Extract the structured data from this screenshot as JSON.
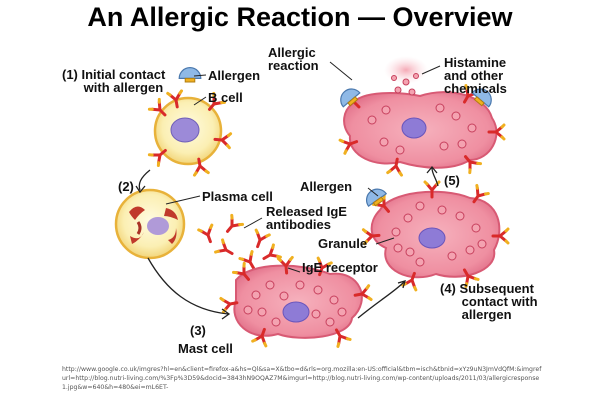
{
  "title": "An Allergic Reaction — Overview",
  "labels": {
    "step1": "(1) Initial contact\n      with allergen",
    "allergen_top": "Allergen",
    "b_cell": "B cell",
    "step2": "(2)",
    "plasma_cell": "Plasma cell",
    "released_ige": "Released IgE\nantibodies",
    "ige_receptor": "IgE receptor",
    "step3": "(3)",
    "mast_cell": "Mast cell",
    "allergic_reaction": "Allergic\nreaction",
    "histamine": "Histamine\nand other\nchemicals",
    "step5": "(5)",
    "allergen_mid": "Allergen",
    "granule": "Granule",
    "step4": "(4) Subsequent\n      contact with\n      allergen"
  },
  "source_text": "http://www.google.co.uk/imgres?hl=en&client=firefox-a&hs=Ql&sa=X&tbo=d&rls=org.mozilla:en-US:official&tbm=isch&tbnid=xYz9uN3JmVdQfM:&imgrefurl=http://blog.nutri-living.com/%3Fp%3D59&docid=3843hN9OQAZ7M&imgurl=http://blog.nutri-living.com/wp-content/uploads/2011/03/allergicresponse1.jpg&w=640&h=480&ei=mL6ET-",
  "colors": {
    "cell_membrane": "#e8b23a",
    "b_cell_fill": "#fbefb3",
    "mast_fill": "#ef8fa1",
    "mast_edge": "#d85a74",
    "nucleus": "#8e7bd6",
    "ige_red": "#d92a2a",
    "ige_gold": "#f0b020",
    "allergen_blue": "#8fb9e6",
    "histamine_mist": "#f4b4bd"
  }
}
